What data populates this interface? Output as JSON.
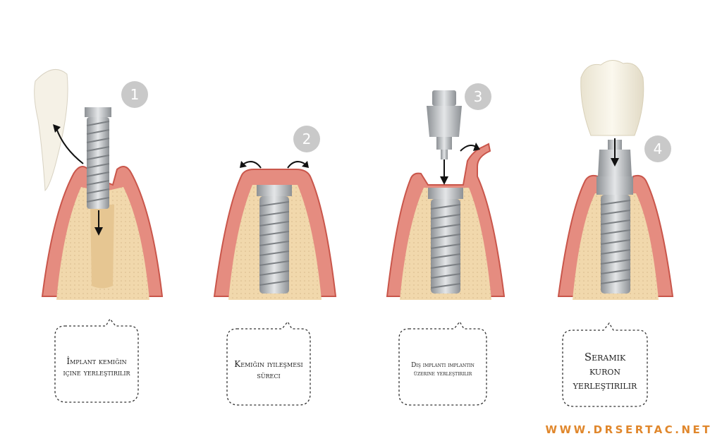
{
  "steps": [
    {
      "number": "1",
      "caption": "İmplant kemiğin içine yerleştirilir"
    },
    {
      "number": "2",
      "caption": "Kemiğin iyileşmesi süreci"
    },
    {
      "number": "3",
      "caption": "Diş implantı implantın üzerine yerleştirilir"
    },
    {
      "number": "4",
      "caption": "Seramik kuron yerleştirilir"
    }
  ],
  "website": "WWW.DRSERTAC.NET",
  "colors": {
    "gum": "#e58c80",
    "gum_edge": "#c9564b",
    "bone": "#f1d8ac",
    "implant": "#b9bcbf",
    "badge": "#c9c9c9",
    "website": "#e0872c"
  }
}
